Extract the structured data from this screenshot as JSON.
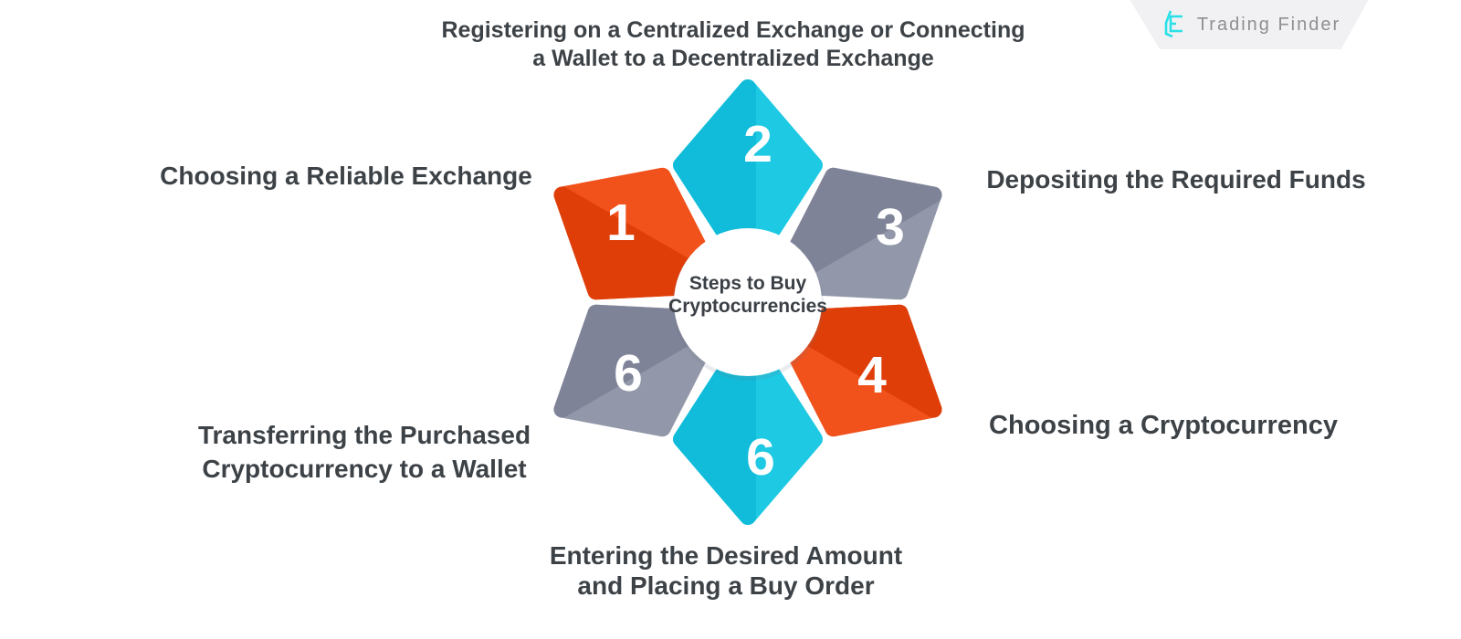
{
  "title": "Steps to Buy Cryptocurrencies infographic",
  "center": {
    "line1": "Steps to Buy",
    "line2": "Cryptocurrencies"
  },
  "petals": [
    {
      "number": "1",
      "label": "Choosing a Reliable Exchange",
      "color": "#f1511b",
      "color_dark": "#df3e09"
    },
    {
      "number": "2",
      "label": "Registering on a Centralized Exchange or Connecting a Wallet to a Decentralized Exchange",
      "color": "#1ec9e3",
      "color_dark": "#10bcd9"
    },
    {
      "number": "3",
      "label": "Depositing the Required Funds",
      "color": "#9298a9",
      "color_dark": "#7e8398"
    },
    {
      "number": "4",
      "label": "Choosing a Cryptocurrency",
      "color": "#f1511b",
      "color_dark": "#df3e09"
    },
    {
      "number": "6",
      "label": "Entering the Desired Amount and Placing a Buy Order",
      "color": "#1ec9e3",
      "color_dark": "#10bcd9"
    },
    {
      "number": "6",
      "label": "Transferring the Purchased Cryptocurrency to a Wallet",
      "color": "#9298a9",
      "color_dark": "#7e8398"
    }
  ],
  "labels": {
    "top": {
      "line1": "Registering on a Centralized Exchange or Connecting",
      "line2": "a Wallet to a Decentralized Exchange"
    },
    "left": {
      "line1": "Choosing a Reliable Exchange"
    },
    "right": {
      "line1": "Depositing the Required Funds"
    },
    "bottom_right": {
      "line1": "Choosing a Cryptocurrency"
    },
    "bottom_left": {
      "line1": "Transferring the Purchased",
      "line2": "Cryptocurrency to a Wallet"
    },
    "bottom": {
      "line1": "Entering the Desired Amount",
      "line2": "and Placing a Buy Order"
    }
  },
  "logo": {
    "text": "Trading Finder",
    "icon": "trading-finder-mark",
    "banner_color": "#f1f1f3",
    "text_color": "#8d8f93",
    "icon_color": "#2ae0e8"
  },
  "colors": {
    "background": "#ffffff",
    "label_text": "#3d4247",
    "center_text": "#3b4046",
    "number_text": "#ffffff",
    "cyan": "#1ec9e3",
    "orange": "#f1511b",
    "gray": "#9298a9"
  }
}
